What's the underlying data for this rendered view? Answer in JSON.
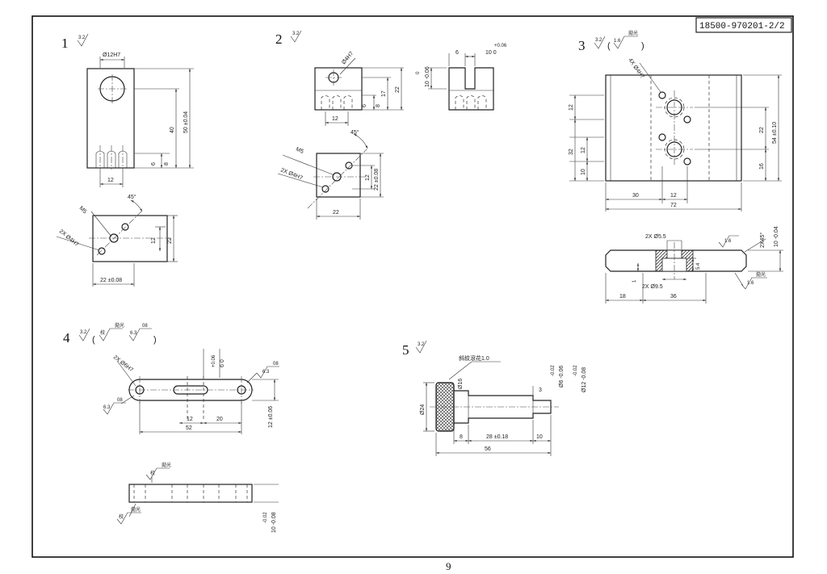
{
  "sheet": {
    "drawing_number": "18500-970201-2/2",
    "page_number": "9"
  },
  "finish": {
    "s32": "3.2",
    "s16": "1.6",
    "s63": "6.3",
    "open": "(",
    "close": ")",
    "polish": "拋光",
    "k": "校",
    "b": "08"
  },
  "part1": {
    "label": "1",
    "dims": {
      "bore": "Ø12H7",
      "h40": "40",
      "h50": "50 ±0.04",
      "d6": "6",
      "d8": "8",
      "w12": "12",
      "thread": "M5",
      "angle": "45°",
      "pins": "2X Ø4H7",
      "h12": "12",
      "h22": "22",
      "w22": "22 ±0.08"
    }
  },
  "part2": {
    "label": "2",
    "dims": {
      "bore": "Ø4H7",
      "d17": "17",
      "d22": "22",
      "d6": "6",
      "d8": "8",
      "w12": "12",
      "tol_a": "+0.06",
      "w6": "6",
      "w10": "10  0",
      "h0": "0",
      "h10": "10 -0.06",
      "angle": "45°",
      "thread": "M5",
      "pins": "2X Ø4H7",
      "h12": "12",
      "h22": "22 ±0.08",
      "w22": "22"
    }
  },
  "part3": {
    "label": "3",
    "dims": {
      "holes": "4X Ø4H7",
      "h12a": "12",
      "h32": "32",
      "h12b": "12",
      "h10": "10",
      "h22": "22",
      "h54": "54 ±0.10",
      "h16": "16",
      "w30": "30",
      "w12": "12",
      "w72": "72",
      "cb_top": "2X Ø5.5",
      "cb_bot": "2X Ø9.5",
      "chamfer": "2X45°",
      "h10t": "10 -0.04",
      "d1": "1",
      "d54": "5.4",
      "w18": "18",
      "w36": "36"
    }
  },
  "part4": {
    "label": "4",
    "dims": {
      "pins": "2X Ø6H7",
      "tol_a": "+0.06",
      "tol_b": "6  0",
      "w12": "12",
      "w20": "20",
      "w52": "52",
      "h12": "12 ±0.06",
      "h0": "-0.02",
      "h10": "10 -0.08"
    }
  },
  "part5": {
    "label": "5",
    "dims": {
      "knurl": "斜紋滾花1.0",
      "d16": "Ø16",
      "d24": "Ø24",
      "d3": "3",
      "d6a": "-0.02",
      "d6b": "Ø6 -0.06",
      "d12a": "-0.02",
      "d12b": "Ø12 -0.08",
      "w8": "8",
      "w28": "28 ±0.18",
      "w10": "10",
      "w56": "56"
    }
  }
}
